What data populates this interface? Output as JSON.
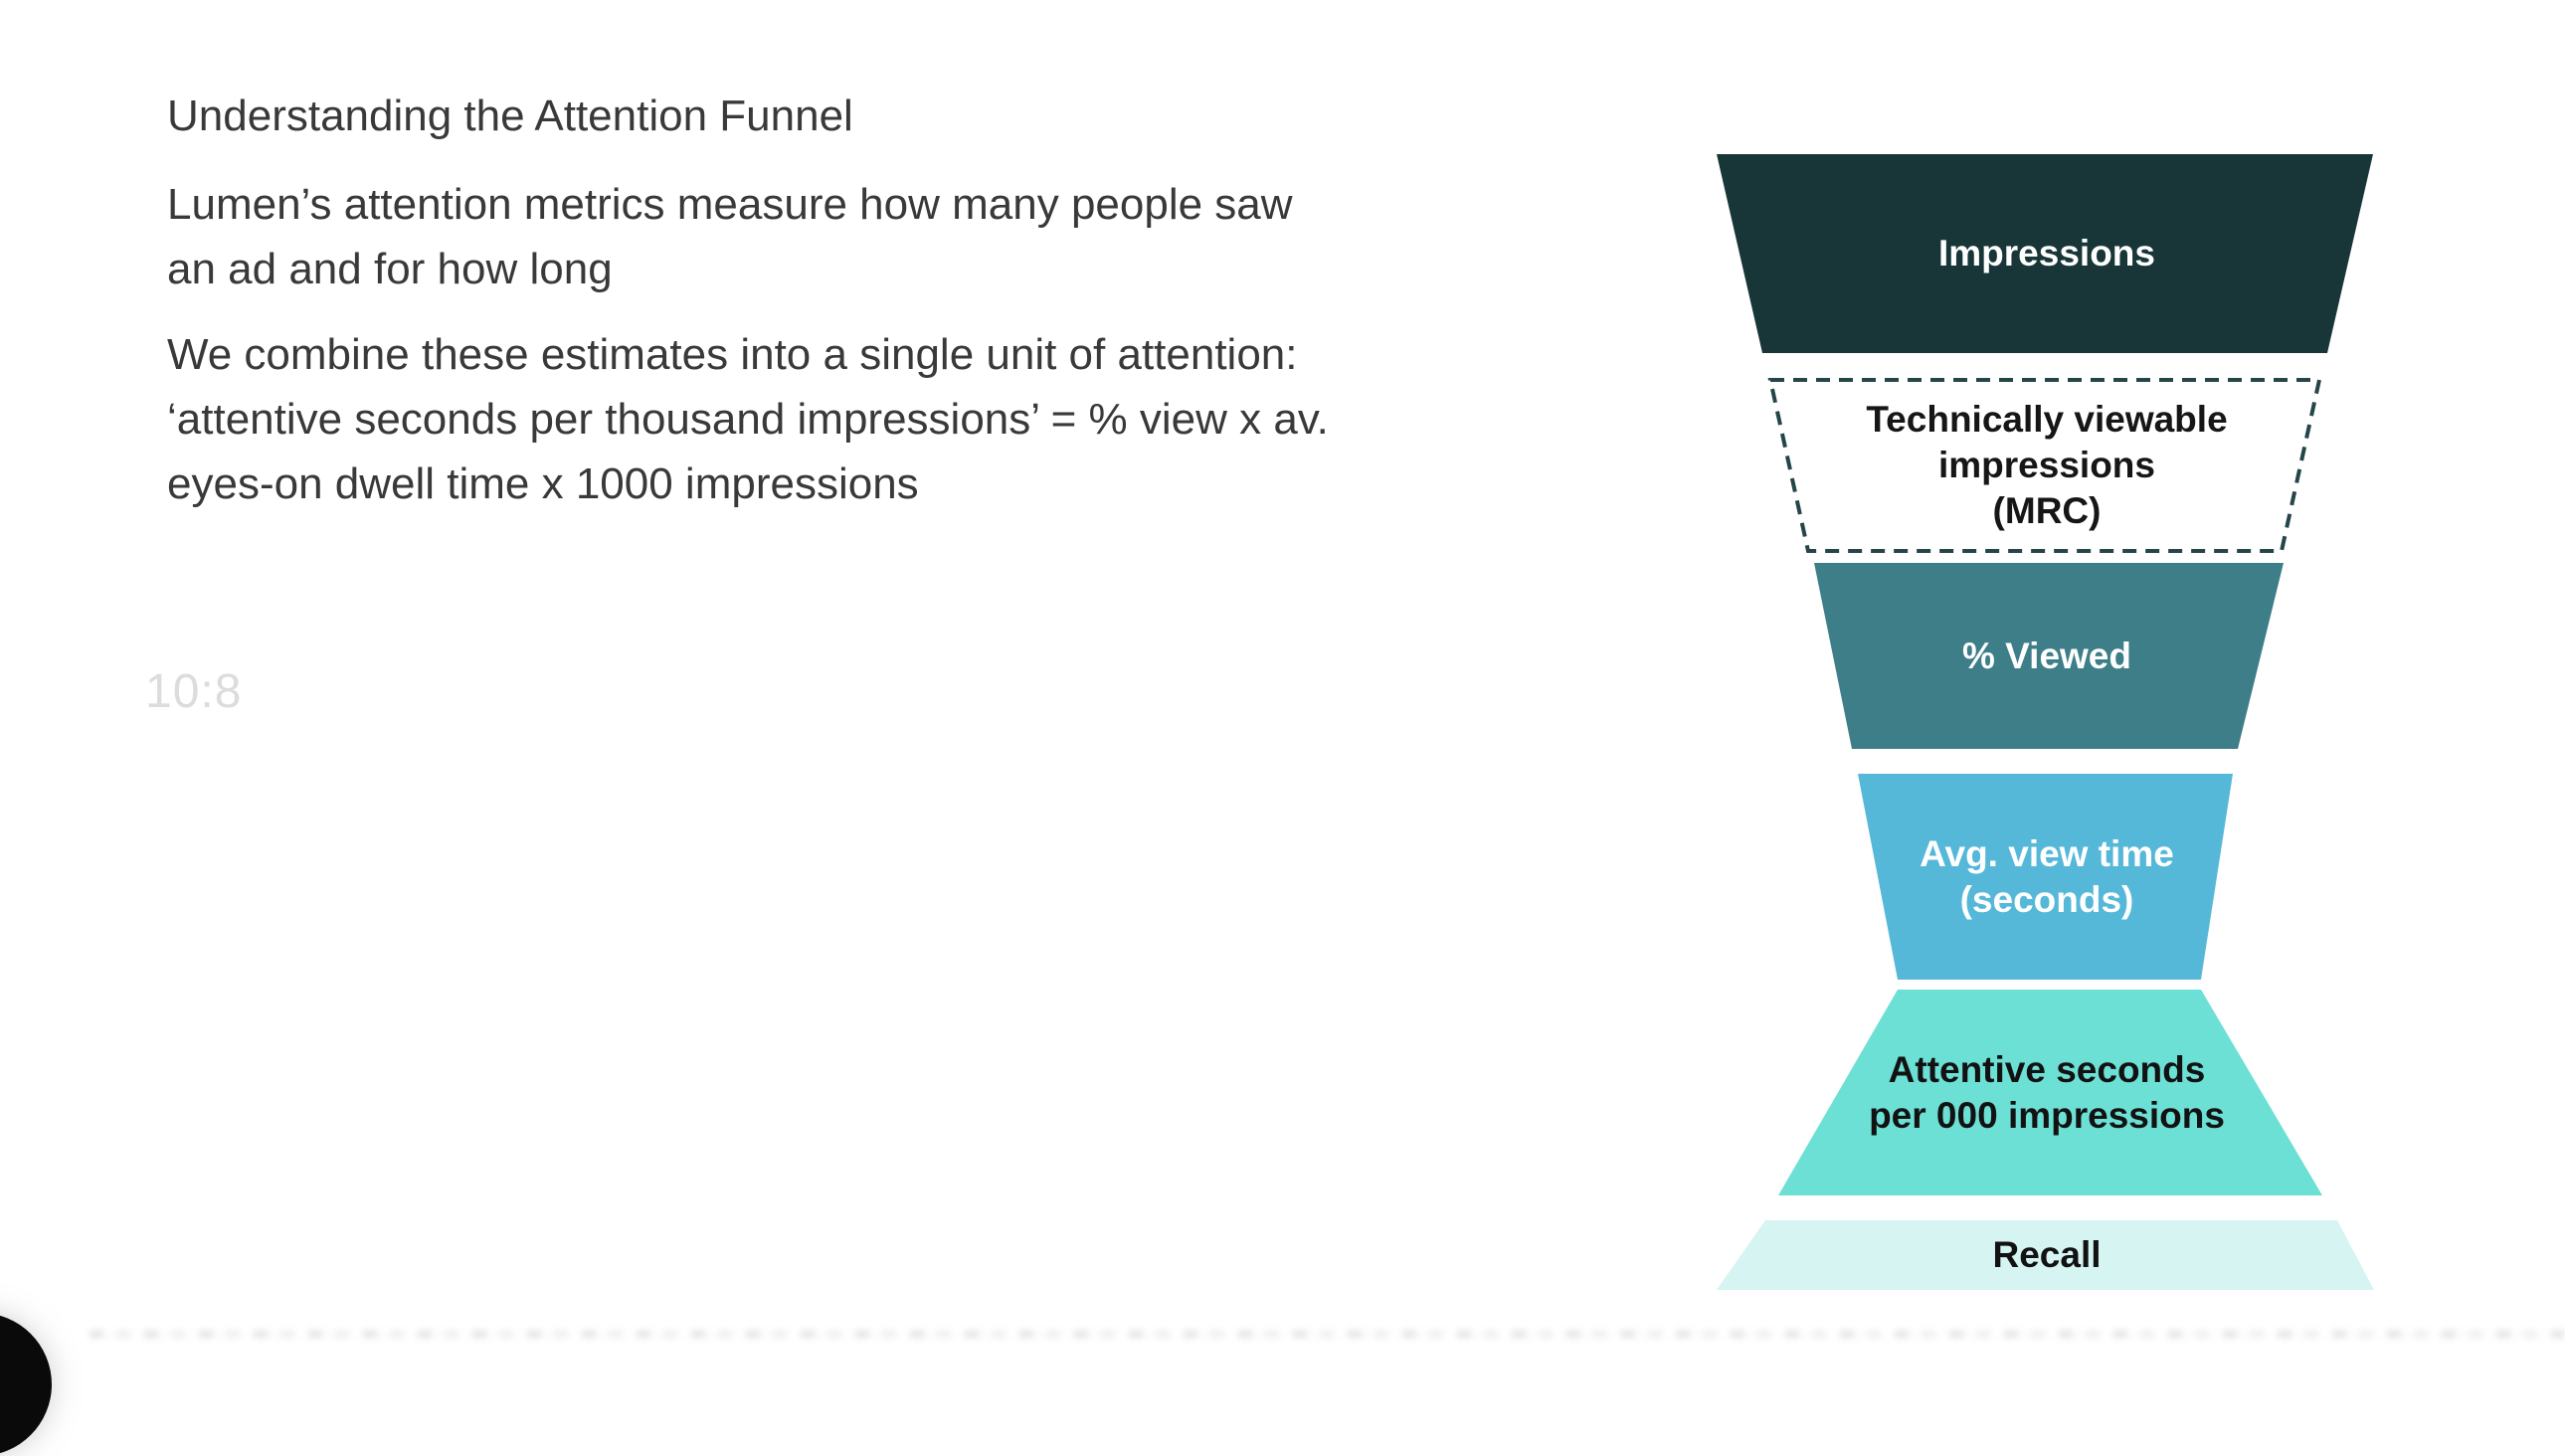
{
  "slide": {
    "title": "Understanding the Attention Funnel",
    "paragraphs": [
      {
        "lines": [
          "Lumen’s attention metrics measure how many people saw",
          "an ad and for how long"
        ]
      },
      {
        "lines": [
          "We combine these estimates into a single unit of attention:",
          "‘attentive seconds per thousand impressions’ = % view x av.",
          "eyes-on dwell time x 1000 impressions"
        ]
      }
    ],
    "watermark": "10:8",
    "text_color": "#393939",
    "watermark_color": "#dcdcdc"
  },
  "funnel": {
    "stages": [
      {
        "label_lines": [
          "Impressions"
        ],
        "fill": "#183638",
        "text_color": "#ffffff",
        "border": "none",
        "border_color": "none"
      },
      {
        "label_lines": [
          "Technically viewable",
          "impressions",
          "(MRC)"
        ],
        "fill": "#ffffff",
        "text_color": "#161616",
        "border": "dashed",
        "border_color": "#254549"
      },
      {
        "label_lines": [
          "% Viewed"
        ],
        "fill": "#3d7e88",
        "text_color": "#ffffff",
        "border": "none",
        "border_color": "none"
      },
      {
        "label_lines": [
          "Avg. view time",
          "(seconds)"
        ],
        "fill": "#56b8d8",
        "text_color": "#ffffff",
        "border": "none",
        "border_color": "none"
      },
      {
        "label_lines": [
          "Attentive seconds",
          "per 000 impressions"
        ],
        "fill": "#6de0d5",
        "text_color": "#121212",
        "border": "none",
        "border_color": "none"
      },
      {
        "label_lines": [
          "Recall"
        ],
        "fill": "#d5f4f2",
        "text_color": "#121212",
        "border": "none",
        "border_color": "none"
      }
    ]
  },
  "decorations": {
    "corner_dot_color": "#0a0a0a"
  }
}
